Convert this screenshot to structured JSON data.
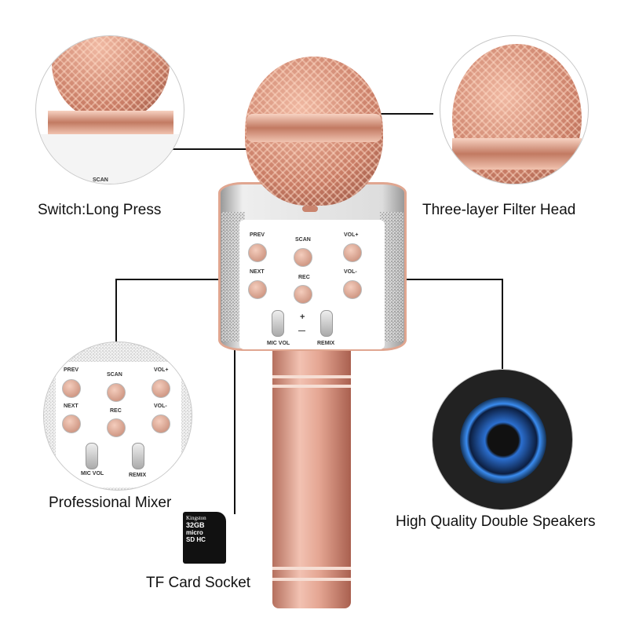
{
  "callouts": {
    "switch": "Switch:Long Press",
    "filter_head": "Three-layer Filter Head",
    "mixer": "Professional Mixer",
    "speakers": "High Quality Double Speakers",
    "tf_card": "TF Card Socket"
  },
  "panel": {
    "prev": "PREV",
    "scan": "SCAN",
    "vol_up": "VOL+",
    "next": "NEXT",
    "rec": "REC",
    "vol_down": "VOL-",
    "mic_vol": "MIC VOL",
    "remix": "REMIX",
    "plus": "+",
    "minus": "—"
  },
  "sd_card": {
    "brand": "Kingston",
    "capacity": "32GB",
    "type": "micro SD HC"
  },
  "colors": {
    "rose_gold": "#d99a86",
    "body": "#ffffff",
    "grille": "#b0b0b0"
  }
}
